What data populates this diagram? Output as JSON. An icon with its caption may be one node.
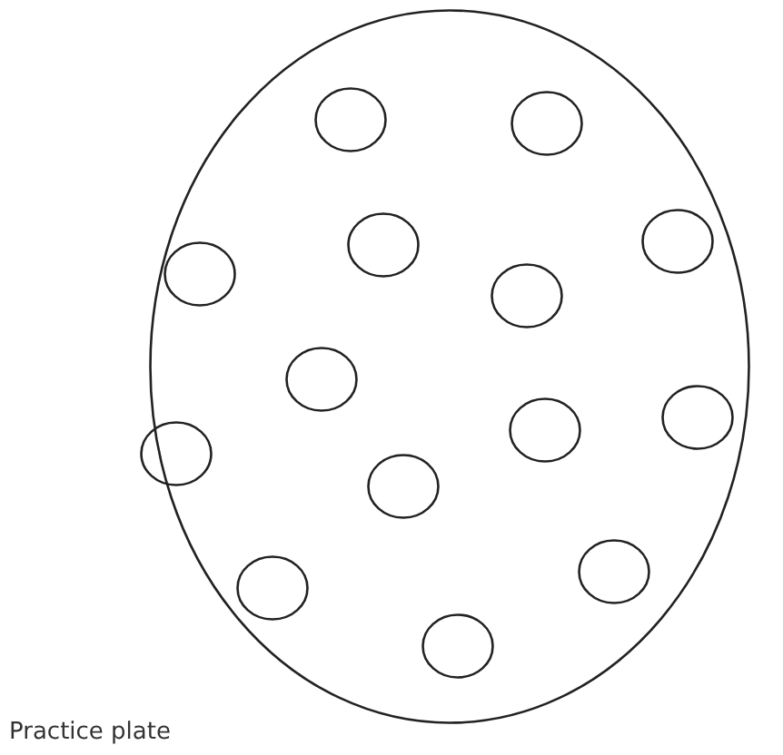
{
  "diagram": {
    "nodes": [
      {
        "text": [],
        "shape": "circle"
      },
      {
        "text": [],
        "shape": "circle",
        "in": 0
      },
      {
        "text": [],
        "shape": "circle",
        "in": 0
      },
      {
        "text": [],
        "shape": "circle",
        "in": 0
      },
      {
        "text": [],
        "shape": "circle",
        "in": 0
      },
      {
        "text": [],
        "shape": "circle",
        "in": 0
      },
      {
        "text": [],
        "shape": "circle",
        "in": 0
      },
      {
        "text": [],
        "shape": "circle",
        "in": 0
      },
      {
        "text": [],
        "shape": "circle",
        "in": 0
      },
      {
        "text": [],
        "shape": "circle",
        "in": 0
      },
      {
        "text": [],
        "shape": "circle",
        "in": 0
      },
      {
        "text": [],
        "shape": "circle",
        "in": 0
      },
      {
        "text": [],
        "shape": "circle",
        "in": 0
      },
      {
        "text": [],
        "shape": "circle",
        "in": 0
      },
      {
        "text": [],
        "shape": "circle",
        "in": 0
      }
    ],
    "labels": [
      "Practice plate"
    ]
  }
}
